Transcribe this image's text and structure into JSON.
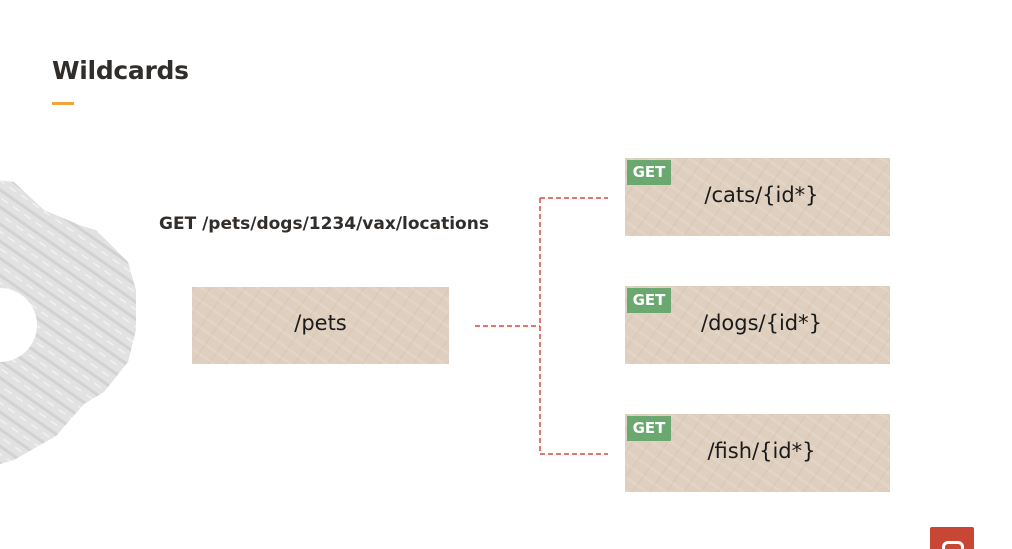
{
  "slide": {
    "title": "Wildcards",
    "request": "GET /pets/dogs/1234/vax/locations"
  },
  "root": {
    "path": "/pets"
  },
  "routes": [
    {
      "method": "GET",
      "path": "/cats/{id*}"
    },
    {
      "method": "GET",
      "path": "/dogs/{id*}"
    },
    {
      "method": "GET",
      "path": "/fish/{id*}"
    }
  ],
  "colors": {
    "accent": "#f0a43a",
    "box": "#dfcfbf",
    "method_badge": "#6aa870",
    "connector": "#d94a3f",
    "logo": "#c74634",
    "title": "#312d2a"
  },
  "icons": {
    "decoration": "gear-icon",
    "brand": "brand-logo-icon"
  }
}
